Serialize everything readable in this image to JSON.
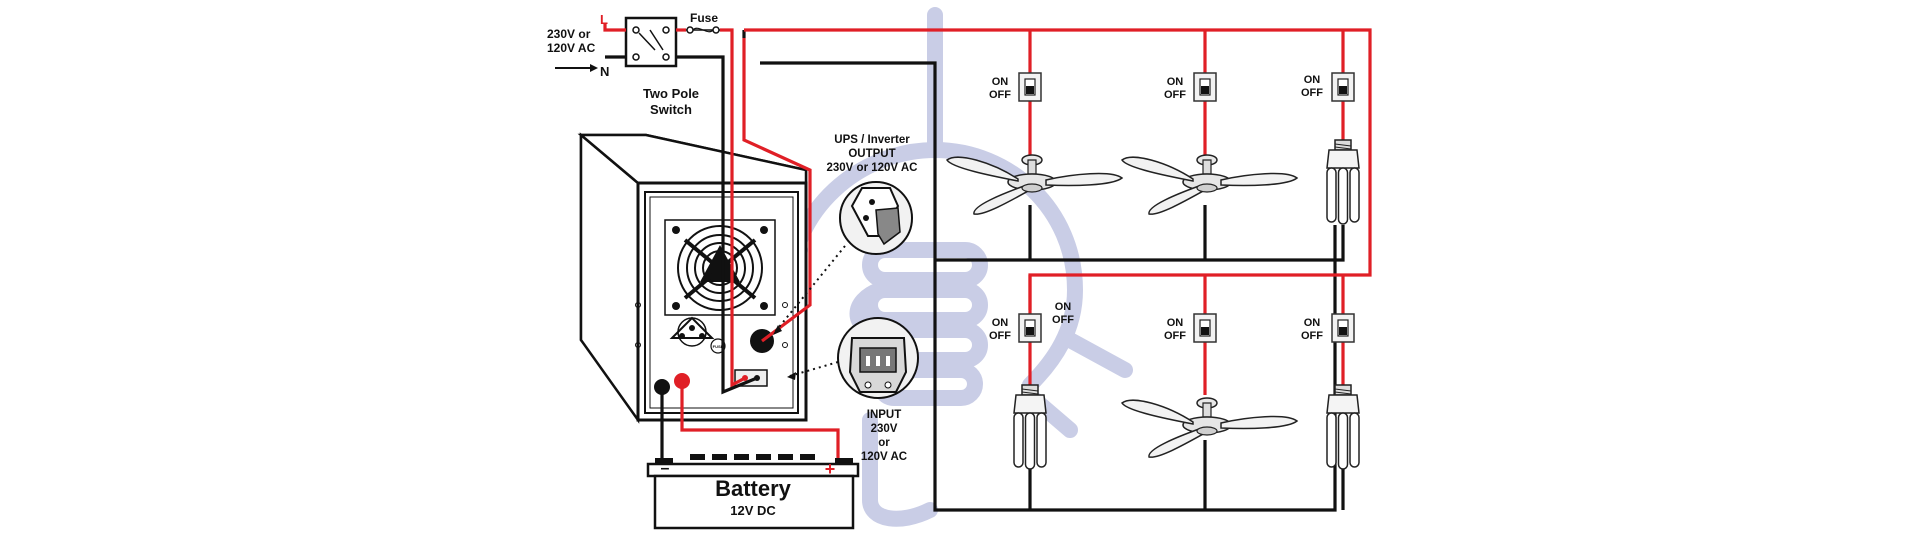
{
  "supply": {
    "voltage": "230V or",
    "voltage2": "120V AC",
    "live": "L",
    "neutral": "N",
    "fuse": "Fuse"
  },
  "switch": {
    "line1": "Two Pole",
    "line2": "Switch"
  },
  "ups_output": {
    "line1": "UPS / Inverter",
    "line2": "OUTPUT",
    "line3": "230V or 120V AC"
  },
  "ups_input": {
    "line1": "INPUT",
    "line2": "230V",
    "line3": "or",
    "line4": "120V AC"
  },
  "battery": {
    "title": "Battery",
    "rating": "12V DC",
    "neg": "–",
    "pos": "+"
  },
  "ups_fuse_label": "FUSE",
  "load_switch": {
    "on": "ON",
    "off": "OFF"
  },
  "colors": {
    "live": "#e01f26",
    "neutral": "#111111",
    "watermark": "#c9cde6"
  },
  "icons": [
    "fan-icon",
    "cfl-bulb-icon",
    "switch-icon",
    "battery-icon",
    "socket-icon",
    "ups-cabinet-icon",
    "lightbulb-watermark-icon"
  ]
}
